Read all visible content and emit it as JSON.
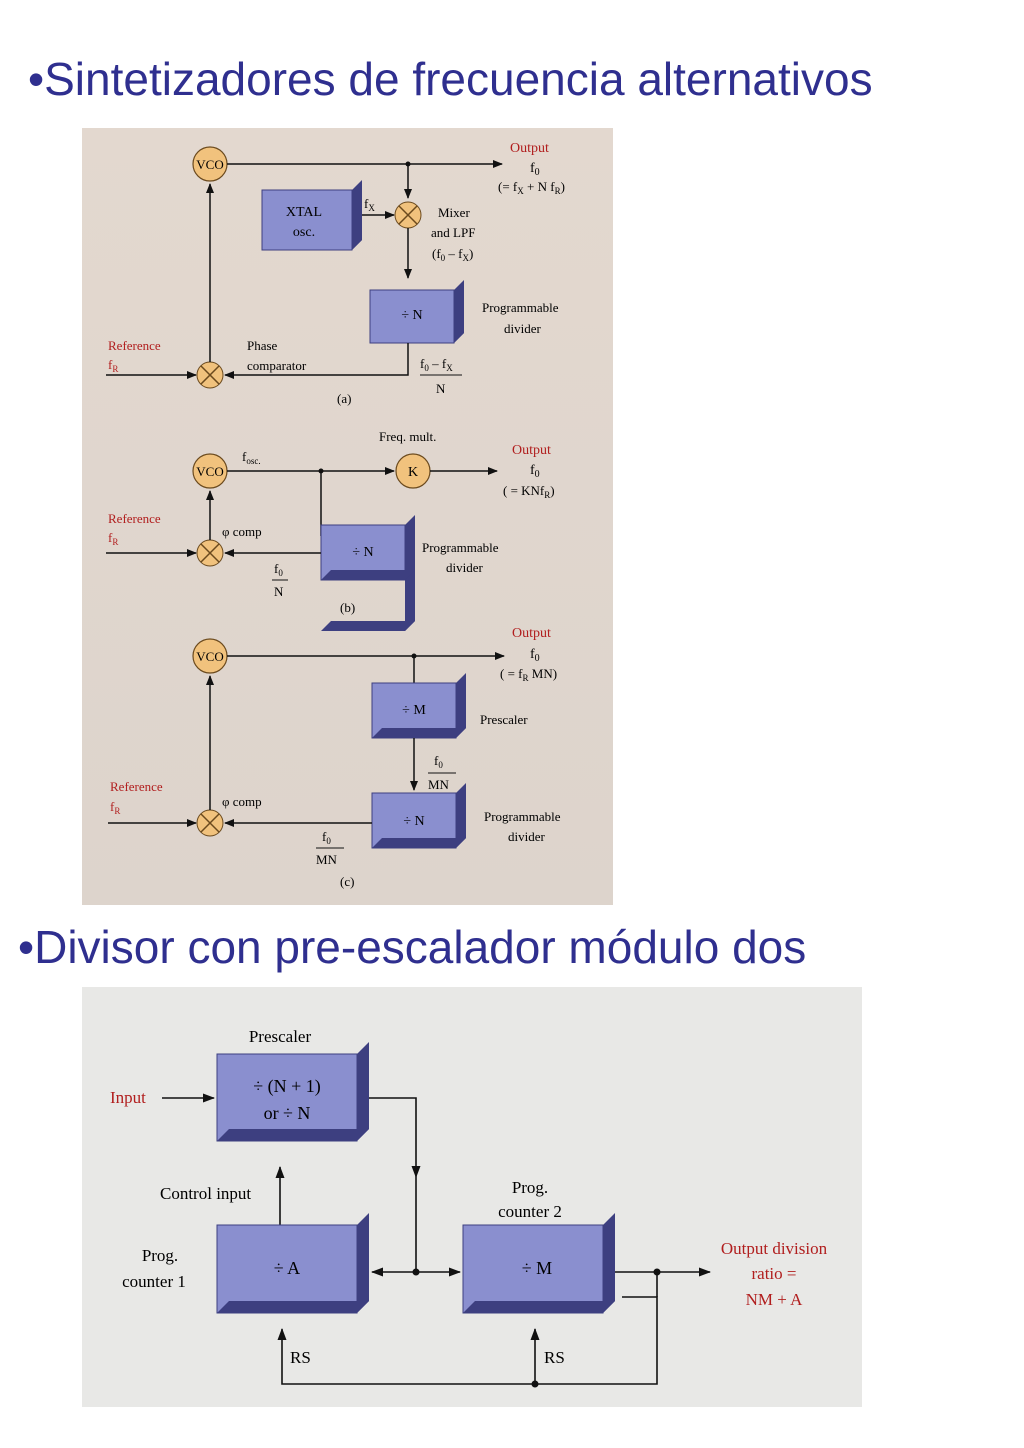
{
  "headings": {
    "h1": "•Sintetizadores de frecuencia alternativos",
    "h2": "•Divisor con pre-escalador módulo dos"
  },
  "colors": {
    "heading": "#2f2f8f",
    "block": "#8a8fcf",
    "block_shadow": "#3d3f80",
    "vco": "#f1c27d",
    "red_label": "#b11e1e",
    "paper_top": "#e7ded6",
    "paper_bottom": "#e8e8e6"
  },
  "fig_a": {
    "vco": "VCO",
    "output": "Output",
    "f0": "f",
    "f0_sub": "0",
    "out_eq": "(= f",
    "out_eq_x": "X",
    "out_eq_mid": " + N f",
    "out_eq_r": "R",
    "out_eq_end": ")",
    "xtal_1": "XTAL",
    "xtal_2": "osc.",
    "fx": "f",
    "fx_sub": "X",
    "mixer_1": "Mixer",
    "mixer_2": "and LPF",
    "mixer_3": "(f",
    "mixer_3b": "0",
    "mixer_3c": " – f",
    "mixer_3d": "X",
    "mixer_3e": ")",
    "div": "÷ N",
    "prog_1": "Programmable",
    "prog_2": "divider",
    "ref": "Reference",
    "fr": "f",
    "fr_sub": "R",
    "phase_1": "Phase",
    "phase_2": "comparator",
    "frac_num": "f",
    "frac_num_b": "0",
    "frac_num_c": " – f",
    "frac_num_d": "X",
    "frac_den": "N",
    "label": "(a)"
  },
  "fig_b": {
    "freq_mult": "Freq. mult.",
    "vco": "VCO",
    "fosc": "f",
    "fosc_sub": "osc.",
    "k": "K",
    "output": "Output",
    "f0": "f",
    "f0_sub": "0",
    "out_eq": "( = KNf",
    "out_eq_r": "R",
    "out_eq_end": ")",
    "ref": "Reference",
    "fr": "f",
    "fr_sub": "R",
    "comp": "φ comp",
    "div": "÷ N",
    "prog_1": "Programmable",
    "prog_2": "divider",
    "frac_num": "f",
    "frac_num_b": "0",
    "frac_den": "N",
    "label": "(b)"
  },
  "fig_c": {
    "vco": "VCO",
    "output": "Output",
    "f0": "f",
    "f0_sub": "0",
    "out_eq": "( = f",
    "out_eq_r": "R",
    "out_eq_end": " MN)",
    "div_m": "÷ M",
    "prescaler": "Prescaler",
    "frac1_num": "f",
    "frac1_num_b": "0",
    "frac1_den": "MN",
    "ref": "Reference",
    "fr": "f",
    "fr_sub": "R",
    "comp": "φ comp",
    "div_n": "÷ N",
    "prog_1": "Programmable",
    "prog_2": "divider",
    "frac2_num": "f",
    "frac2_num_b": "0",
    "frac2_den": "MN",
    "label": "(c)"
  },
  "fig_d": {
    "prescaler": "Prescaler",
    "pre_1": "÷ (N + 1)",
    "pre_2": "or ÷ N",
    "input": "Input",
    "control": "Control input",
    "pc1_1": "Prog.",
    "pc1_2": "counter 1",
    "div_a": "÷ A",
    "pc2_1": "Prog.",
    "pc2_2": "counter 2",
    "div_m": "÷ M",
    "out_1": "Output division",
    "out_2": "ratio =",
    "out_3": "NM + A",
    "rs1": "RS",
    "rs2": "RS"
  }
}
